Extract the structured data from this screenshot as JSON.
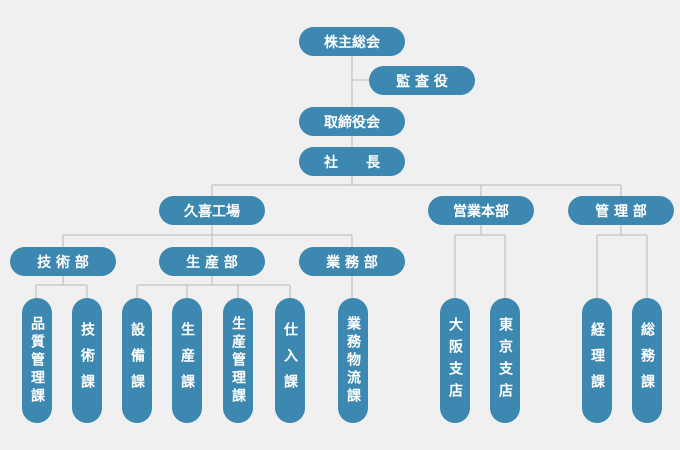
{
  "org": {
    "shareholders": "株主総会",
    "auditor": "監 査 役",
    "board": "取締役会",
    "president": "社　　長",
    "plant": "久喜工場",
    "sales_hq": "営業本部",
    "admin": "管 理 部",
    "tech_dept": "技 術 部",
    "prod_dept": "生 産 部",
    "ops_dept": "業 務 部",
    "quality_section": "品質管理課",
    "tech_section": "技術課",
    "equipment_section": "設備課",
    "production_section": "生産課",
    "prod_control_section": "生産管理課",
    "purchasing_section": "仕入課",
    "logistics_section": "業務物流課",
    "osaka_branch": "大阪支店",
    "tokyo_branch": "東京支店",
    "accounting_section": "経理課",
    "general_affairs_section": "総務課"
  },
  "colors": {
    "background": "#f0f0f0",
    "box": "#3d88b0",
    "line": "#b8b8b8",
    "text": "#ffffff"
  }
}
